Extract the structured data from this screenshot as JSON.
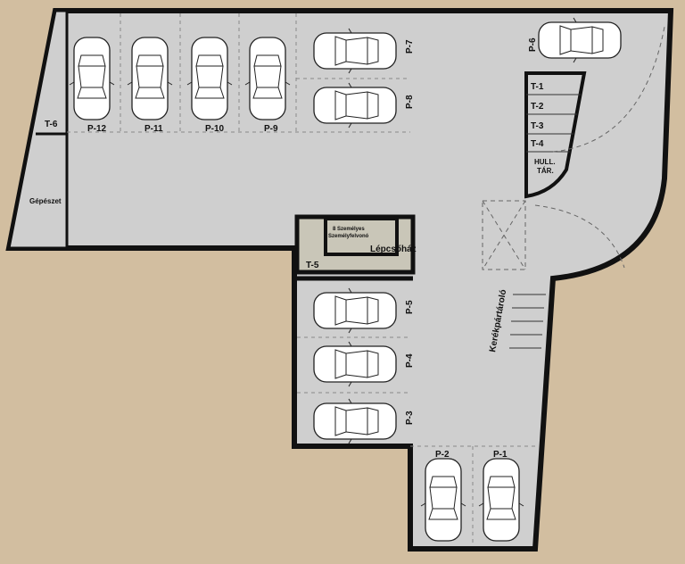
{
  "colors": {
    "ground": "#d2bea0",
    "floor": "#cfcfcf",
    "room": "#c9c6b8",
    "wall": "#111111"
  },
  "parking": [
    "P-1",
    "P-2",
    "P-3",
    "P-4",
    "P-5",
    "P-6",
    "P-7",
    "P-8",
    "P-9",
    "P-10",
    "P-11",
    "P-12"
  ],
  "storage": [
    "T-1",
    "T-2",
    "T-3",
    "T-4",
    "T-5",
    "T-6"
  ],
  "rooms": {
    "machinery": "Gépészet",
    "elevator_line1": "8 Személyes",
    "elevator_line2": "Személyfelvonó",
    "stairwell": "Lépcsőház",
    "waste_line1": "HULL.",
    "waste_line2": "TÁR.",
    "bike": "Kerékpártároló"
  }
}
